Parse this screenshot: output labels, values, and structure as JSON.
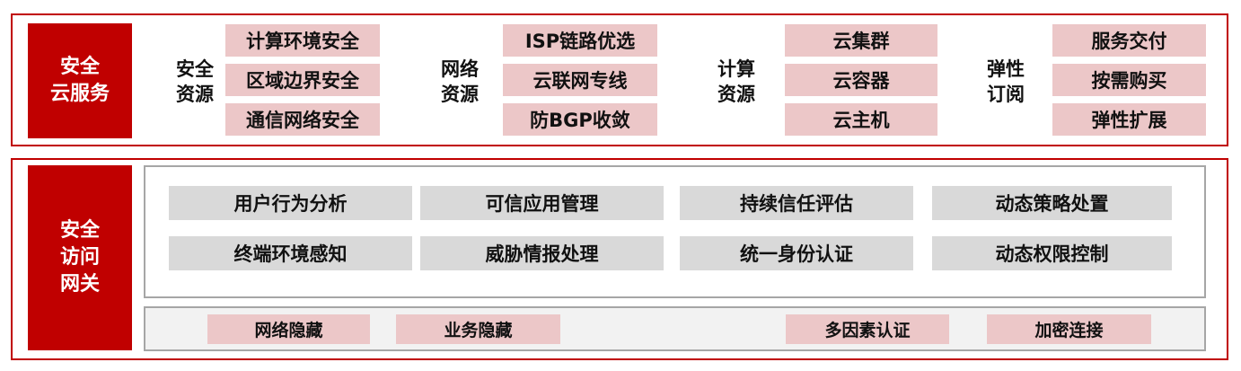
{
  "cloud": {
    "title": "安全\n云服务",
    "groups": [
      {
        "label": "安全\n资源",
        "items": [
          "计算环境安全",
          "区域边界安全",
          "通信网络安全"
        ]
      },
      {
        "label": "网络\n资源",
        "items": [
          "ISP链路优选",
          "云联网专线",
          "防BGP收敛"
        ]
      },
      {
        "label": "计算\n资源",
        "items": [
          "云集群",
          "云容器",
          "云主机"
        ]
      },
      {
        "label": "弹性\n订阅",
        "items": [
          "服务交付",
          "按需购买",
          "弹性扩展"
        ]
      }
    ]
  },
  "gateway": {
    "title": "安全\n访问\n网关",
    "grid_row1": [
      "用户行为分析",
      "可信应用管理",
      "持续信任评估",
      "动态策略处置"
    ],
    "grid_row2": [
      "终端环境感知",
      "威胁情报处理",
      "统一身份认证",
      "动态权限控制"
    ],
    "band": [
      "网络隐藏",
      "业务隐藏",
      "多因素认证",
      "加密连接"
    ]
  },
  "colors": {
    "accent": "#c00000",
    "pink": "#ecc7c8",
    "grey": "#d9d9d9",
    "border_grey": "#a6a6a6"
  }
}
